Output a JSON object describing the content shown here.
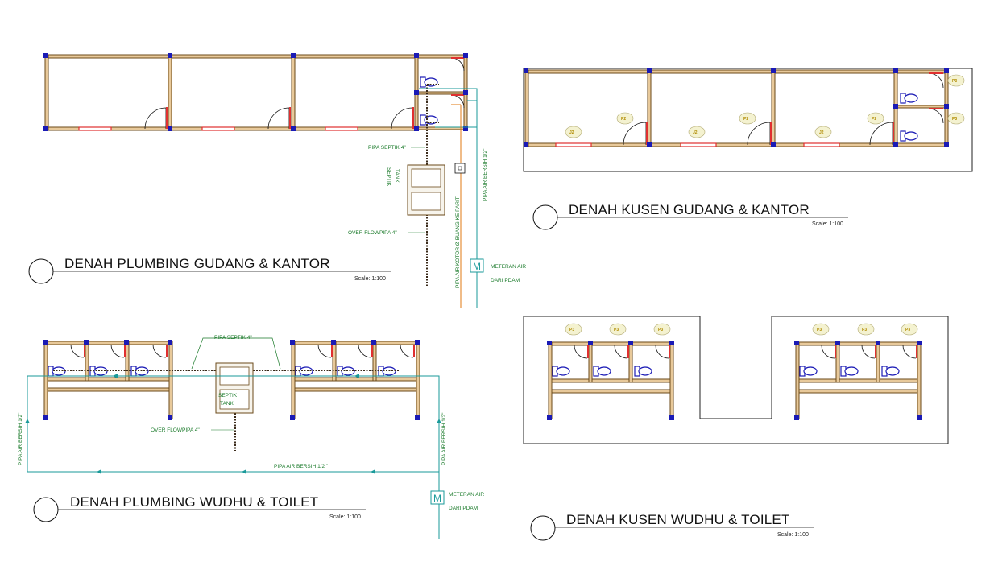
{
  "drawing_titles": {
    "plumbing_gudang": "DENAH PLUMBING GUDANG & KANTOR",
    "kusen_gudang": "DENAH KUSEN GUDANG & KANTOR",
    "plumbing_wudhu": "DENAH PLUMBING WUDHU & TOILET",
    "kusen_wudhu": "DENAH KUSEN WUDHU & TOILET"
  },
  "scale_label": "Scale: 1:100",
  "plumbing_labels": {
    "pipa_septik": "PIPA SEPTIK 4\"",
    "septik_tank_1": "SEPTIK",
    "septik_tank_2": "TANK",
    "over_flow": "OVER FLOWPIPA 4\"",
    "pipa_air_bersih_half": "PIPA AIR BERSIH 1/2\"",
    "pipa_air_bersih_spaced": "PIPA AIR BERSIH 1/2 \"",
    "pipa_air_kotor": "PIPA AIR KOTOR Ø BUANG KE PARIT",
    "meteran_symbol": "M",
    "meteran_1": "METERAN AIR",
    "meteran_2": "DARI PDAM"
  },
  "tags": {
    "j2": "J2",
    "p3": "P3",
    "p2": "P2",
    "p1": "P1"
  },
  "colors": {
    "wall_fill": "#e8c99a",
    "wall_stroke": "#6b4a1a",
    "column": "#1a1ab5",
    "door_red": "#e03030",
    "pipe_green": "#1a9a9a",
    "pipe_dark": "#3a2a1a",
    "tag_fill": "#f4f2d0",
    "tag_stroke": "#b0a870"
  }
}
